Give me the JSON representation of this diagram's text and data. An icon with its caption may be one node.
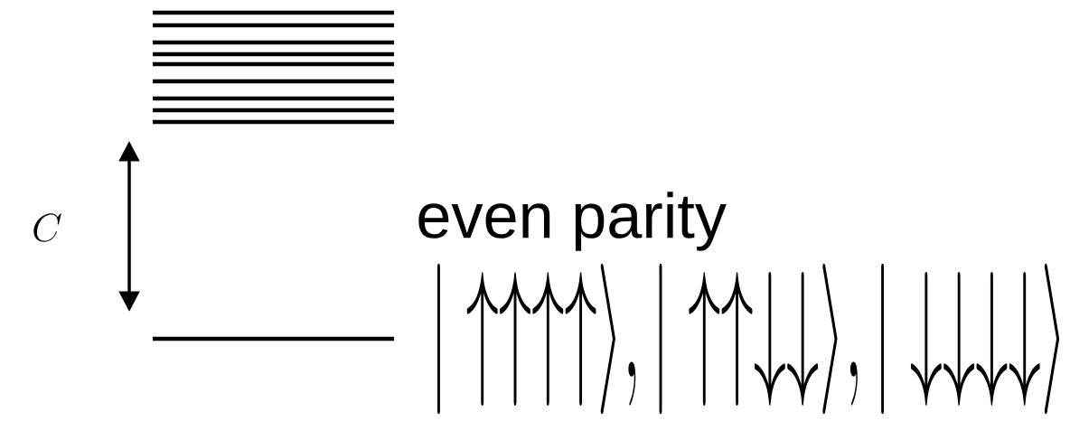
{
  "diagram": {
    "labels": [
      "C",
      "even parity",
      "|\\uparrow\\uparrow\\uparrow\\uparrow\\rangle, |\\uparrow\\uparrow\\downarrow\\downarrow\\rangle, |\\downarrow\\downarrow\\downarrow\\downarrow\\rangle"
    ]
  }
}
